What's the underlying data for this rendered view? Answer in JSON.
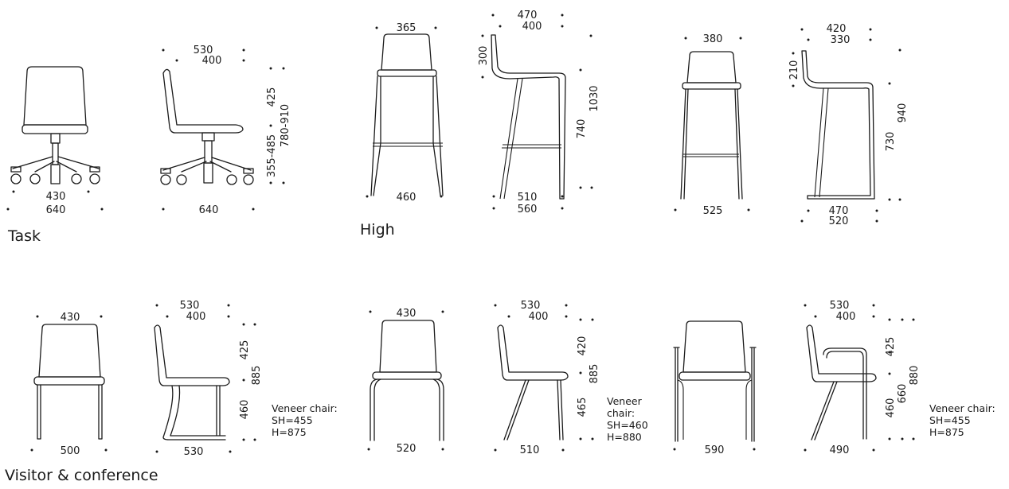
{
  "captions": {
    "task": "Task",
    "high": "High",
    "visitor": "Visitor & conference"
  },
  "task_front": {
    "top_width": "430",
    "base_width": "640"
  },
  "task_side": {
    "outer_depth": "530",
    "seat_depth": "400",
    "base_depth": "640",
    "back_height": "425",
    "seat_height": "355-485",
    "total_height": "780-910"
  },
  "high_front_1": {
    "top_width": "365",
    "base_width": "460"
  },
  "high_side_1": {
    "outer_depth": "470",
    "seat_depth": "400",
    "back_height": "300",
    "seat_height": "740",
    "total_height": "1030",
    "base_depth_inner": "510",
    "base_depth_outer": "560"
  },
  "high_front_2": {
    "top_width": "380",
    "base_width": "525"
  },
  "high_side_2": {
    "outer_depth": "420",
    "seat_depth": "330",
    "back_height": "210",
    "seat_height": "730",
    "total_height": "940",
    "base_depth_inner": "470",
    "base_depth_outer": "520"
  },
  "visitor_front_1": {
    "top_width": "430",
    "base_width": "500"
  },
  "visitor_side_1": {
    "outer_depth": "530",
    "seat_depth": "400",
    "base_depth": "530",
    "back_height": "425",
    "seat_height": "460",
    "total_height": "885",
    "note_lines": [
      "Veneer chair:",
      "SH=455",
      "H=875"
    ]
  },
  "visitor_front_2": {
    "top_width": "430",
    "base_width": "520"
  },
  "visitor_side_2": {
    "outer_depth": "530",
    "seat_depth": "400",
    "base_depth": "510",
    "back_height": "420",
    "seat_height": "465",
    "total_height": "885",
    "note_lines": [
      "Veneer",
      "chair:",
      "SH=460",
      "H=880"
    ]
  },
  "visitor_front_3": {
    "base_width": "590"
  },
  "visitor_side_3": {
    "outer_depth": "530",
    "seat_depth": "400",
    "base_depth": "490",
    "back_height": "425",
    "seat_height": "460",
    "arm_height": "660",
    "total_height": "880",
    "note_lines": [
      "Veneer chair:",
      "SH=455",
      "H=875"
    ]
  }
}
